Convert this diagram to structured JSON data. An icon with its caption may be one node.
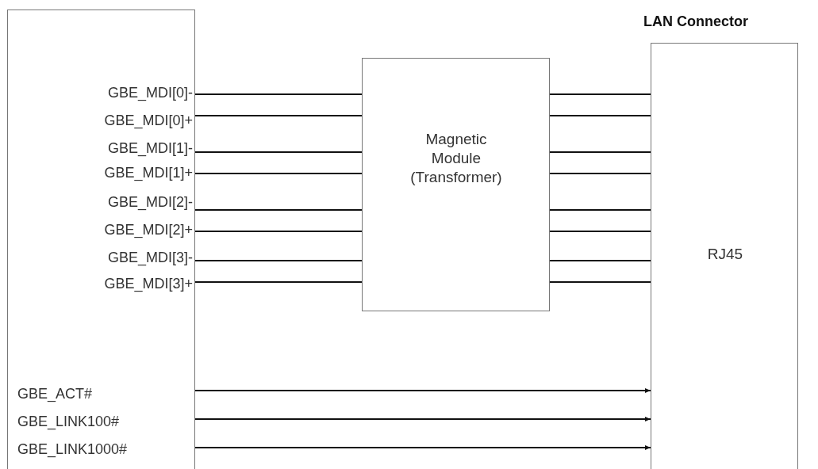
{
  "diagram": {
    "nodes": [
      {
        "text": [],
        "shape": "box"
      },
      {
        "text": [
          "Magnetic Module (Transformer)"
        ]
      },
      {
        "text": [
          "LAN Connector",
          "RJ45"
        ]
      }
    ],
    "edges": [
      {
        "from": 0,
        "to": 1,
        "arrow": "none"
      },
      {
        "from": 0,
        "to": 1,
        "arrow": "none"
      },
      {
        "from": 0,
        "to": 1,
        "arrow": "none"
      },
      {
        "from": 0,
        "to": 1,
        "arrow": "none"
      },
      {
        "from": 0,
        "to": 1,
        "arrow": "none"
      },
      {
        "from": 0,
        "to": 1,
        "arrow": "none"
      },
      {
        "from": 0,
        "to": 1,
        "arrow": "none"
      },
      {
        "from": 0,
        "to": 1,
        "arrow": "none"
      },
      {
        "from": 1,
        "to": 2,
        "arrow": "none"
      },
      {
        "from": 1,
        "to": 2,
        "arrow": "none"
      },
      {
        "from": 1,
        "to": 2,
        "arrow": "none"
      },
      {
        "from": 1,
        "to": 2,
        "arrow": "none"
      },
      {
        "from": 1,
        "to": 2,
        "arrow": "none"
      },
      {
        "from": 1,
        "to": 2,
        "arrow": "none"
      },
      {
        "from": 1,
        "to": 2,
        "arrow": "none"
      },
      {
        "from": 1,
        "to": 2,
        "arrow": "none"
      },
      {
        "from": 0,
        "to": 2,
        "arrow": "to"
      },
      {
        "from": 0,
        "to": 2,
        "arrow": "to"
      },
      {
        "from": 0,
        "to": 2,
        "arrow": "to"
      }
    ],
    "labels": [
      "GBE_MDI[0]-",
      "GBE_MDI[0]+",
      "GBE_MDI[1]-",
      "GBE_MDI[1]+",
      "GBE_MDI[2]-",
      "GBE_MDI[2]+",
      "GBE_MDI[3]-",
      "GBE_MDI[3]+",
      "GBE_ACT#",
      "GBE_LINK100#",
      "GBE_LINK1000#"
    ]
  }
}
